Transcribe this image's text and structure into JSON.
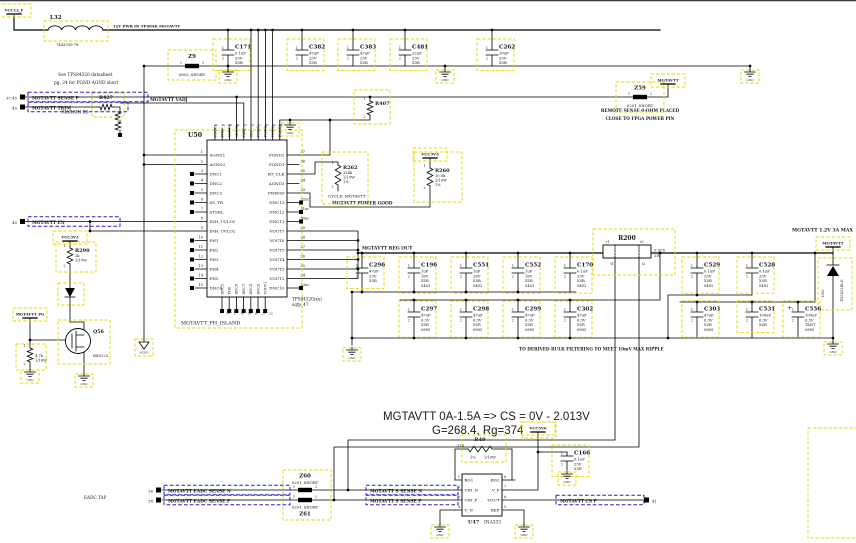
{
  "misc": {
    "pin1": "1",
    "pin2": "2",
    "plus": "+"
  },
  "notes": {
    "pwr_in": "12V PWR IN TPS84K MGTAVTT",
    "datasheet1": "See TPS84320 datasheet",
    "datasheet2": "pg. 24 for PGND-AGND short",
    "remote1": "REMOTE SENSE 0-OHM PLACED",
    "remote2": "CLOSE TO FPGA POWER PIN",
    "bulk": "TO DERIVED BULK FILTERING TO MEET 10mV MAX RIPPLE",
    "eadc_tap": "EADC TAP",
    "cs_title1": "MGTAVTT 0A-1.5A => CS = 0V - 2.013V",
    "cs_title2": "G=268.4, Rg=374",
    "margin_rs": "MARGIN RS",
    "out_rating": "MGTAVTT 1.2V 3A MAX"
  },
  "flags": {
    "vcc12": "VCC12_F",
    "vcc3v3": "VCC3V3",
    "vcc5v0": "VCC5V0",
    "mgtavtt": "MGTAVTT",
    "mgtavtt_pg": "MGTAVTT PG",
    "gnd": "GND",
    "agnd": "AGND"
  },
  "nets": {
    "sense_p": {
      "pins": "37,45",
      "label": "MGTAVTT SENSE P"
    },
    "trim": {
      "pins": "45",
      "label": "MGTAVTT TRIM"
    },
    "en": {
      "pins": "45",
      "label": "MGTAVTT EN"
    },
    "vadj": "MGTAVTT VADJ",
    "reg_out": "MGTAVTT REG OUT",
    "pgood": "MGTAVTT POWER GOOD",
    "cycle": "CYCLE_MGTAVTT",
    "eadc_n": {
      "pins": "36",
      "label": "MGTAVTT EADC SENSE N"
    },
    "eadc_p": {
      "pins": "38",
      "label": "MGTAVTT EADC SENSE P"
    },
    "s_sense_n": {
      "label": "MGTAVTT S SENSE N"
    },
    "s_sense_p": {
      "label": "MGTAVTT S SENSE P"
    },
    "cs_p": {
      "pins": "41",
      "label": "MGTAVTT CS P"
    }
  },
  "inductor": {
    "ref": "L32",
    "part": "7443330-78"
  },
  "u50": {
    "ref": "U50",
    "part": "TPS84320(xx)",
    "footprint": "sqfp_47",
    "island": "MGTAVTT_PH_ISLAND",
    "left_pins": [
      {
        "n": "1",
        "name": "AGND1"
      },
      {
        "n": "2",
        "name": "AGND2"
      },
      {
        "n": "3",
        "name": "DNC1"
      },
      {
        "n": "4",
        "name": "DNC2"
      },
      {
        "n": "5",
        "name": "DNC3"
      },
      {
        "n": "6",
        "name": "SS_TR"
      },
      {
        "n": "7",
        "name": "STSEL"
      },
      {
        "n": "8",
        "name": "INH_UVLO1"
      },
      {
        "n": "9",
        "name": "INH_UVLO2"
      },
      {
        "n": "10",
        "name": "PH1"
      },
      {
        "n": "11",
        "name": "PH2"
      },
      {
        "n": "12",
        "name": "PH3"
      },
      {
        "n": "13",
        "name": "PH4"
      },
      {
        "n": "14",
        "name": "PH5"
      },
      {
        "n": "15",
        "name": "DNC4"
      }
    ],
    "right_pins": [
      {
        "n": "37",
        "name": "PGND2"
      },
      {
        "n": "36",
        "name": "PGND1"
      },
      {
        "n": "35",
        "name": "RT_CLK"
      },
      {
        "n": "34",
        "name": "AGND3"
      },
      {
        "n": "33",
        "name": "PWRGD"
      },
      {
        "n": "32nc",
        "name": "DNC13"
      },
      {
        "n": "31nc",
        "name": "DNC12"
      },
      {
        "n": "30nc",
        "name": "DNC11"
      },
      {
        "n": "29",
        "name": "VOUT7"
      },
      {
        "n": "28",
        "name": "VOUT6"
      },
      {
        "n": "27",
        "name": "VOUT5"
      },
      {
        "n": "26",
        "name": "VOUT4"
      },
      {
        "n": "25",
        "name": "VOUT3"
      },
      {
        "n": "24",
        "name": "VOUT2"
      },
      {
        "n": "23nc",
        "name": "DNC10"
      }
    ],
    "top_pins": [
      {
        "n": "47",
        "name": "VOUT9"
      },
      {
        "n": "46",
        "name": "PH9"
      },
      {
        "n": "45",
        "name": "AGND4"
      },
      {
        "n": "44",
        "name": "SENSE"
      },
      {
        "n": "43",
        "name": "VADJ"
      },
      {
        "n": "42",
        "name": "VIN"
      },
      {
        "n": "41",
        "name": "PVIN1"
      },
      {
        "n": "40",
        "name": "PVIN2"
      },
      {
        "n": "39",
        "name": "PVIN3"
      },
      {
        "n": "38",
        "name": "PGND3"
      }
    ],
    "bottom_pins": [
      {
        "n": "16",
        "name": "DNC5"
      },
      {
        "n": "17",
        "name": "PH6"
      },
      {
        "n": "18",
        "name": "DNC6"
      },
      {
        "n": "19",
        "name": "DNC7"
      },
      {
        "n": "20",
        "name": "DNC8"
      },
      {
        "n": "21",
        "name": "DNC9"
      },
      {
        "n": "22",
        "name": "VOUT1"
      }
    ]
  },
  "u47": {
    "ref": "U47",
    "part": "INA333",
    "left_pins": [
      {
        "n": "1",
        "name": "RG1"
      },
      {
        "n": "2",
        "name": "VIN_N"
      },
      {
        "n": "3",
        "name": "VIN_P"
      },
      {
        "n": "4",
        "name": "V_N"
      }
    ],
    "right_pins": [
      {
        "n": "8",
        "name": "RG2"
      },
      {
        "n": "7",
        "name": "V_P"
      },
      {
        "n": "6",
        "name": "VOUT"
      },
      {
        "n": "5",
        "name": "REF"
      }
    ]
  },
  "resistors": {
    "r427": {
      "ref": "R427"
    },
    "r407": {
      "ref": "R407"
    },
    "r262": {
      "ref": "R262",
      "lines": [
        "334k",
        "1/10W",
        "1%"
      ]
    },
    "r260": {
      "ref": "R260",
      "lines": [
        "10.0k",
        "1/10W",
        "1%"
      ]
    },
    "r290": {
      "ref": "R290",
      "lines": [
        "2k",
        "1/10W"
      ]
    },
    "r_gate": {
      "lines": [
        "4.7k",
        "1/16W"
      ]
    },
    "r200": {
      "ref": "R200",
      "value": "0.005",
      "power": "2W",
      "pins": [
        "r1",
        "r2",
        "t1",
        "t2"
      ]
    },
    "r49": {
      "ref": "R49",
      "value": "374",
      "lines": [
        "1%",
        "1/10W"
      ]
    }
  },
  "caps": [
    {
      "ref": "C171",
      "lines": [
        "0.1uF",
        "25V",
        "X5R"
      ]
    },
    {
      "ref": "C382",
      "lines": [
        "47uF",
        "25V",
        "X5R"
      ]
    },
    {
      "ref": "C383",
      "lines": [
        "47uF",
        "25V",
        "X5R"
      ]
    },
    {
      "ref": "C481",
      "lines": [
        "22uF",
        "25V",
        "X5R"
      ]
    },
    {
      "ref": "C262",
      "lines": [
        "10uF",
        "25V",
        "X5R"
      ]
    },
    {
      "ref": "C296",
      "lines": [
        "47uF",
        "25V",
        "X5R"
      ]
    },
    {
      "ref": "C196",
      "lines": [
        "1uF",
        "16V",
        "X5R",
        "0402"
      ]
    },
    {
      "ref": "C551",
      "lines": [
        "1uF",
        "16V",
        "X5R",
        "0402"
      ]
    },
    {
      "ref": "C552",
      "lines": [
        "1uF",
        "16V",
        "X5R",
        "0402"
      ]
    },
    {
      "ref": "C170",
      "lines": [
        "0.1uF",
        "25V",
        "X5R",
        "0402"
      ]
    },
    {
      "ref": "C297",
      "lines": [
        "47uF",
        "6.3V",
        "X5R",
        "0805"
      ]
    },
    {
      "ref": "C298",
      "lines": [
        "47uF",
        "6.3V",
        "X5R",
        "0805"
      ]
    },
    {
      "ref": "C299",
      "lines": [
        "47uF",
        "6.3V",
        "X5R",
        "0805"
      ]
    },
    {
      "ref": "C302",
      "lines": [
        "47uF",
        "6.3V",
        "X5R",
        "0805"
      ]
    },
    {
      "ref": "C529",
      "lines": [
        "0.1uF",
        "25V",
        "X5R",
        "0402"
      ]
    },
    {
      "ref": "C528",
      "lines": [
        "0.1uF",
        "25V",
        "X5R",
        "0402"
      ]
    },
    {
      "ref": "C303",
      "lines": [
        "47uF",
        "6.3V",
        "X5R",
        "0805"
      ]
    },
    {
      "ref": "C531",
      "lines": [
        "100uF",
        "6.3V",
        "X5R"
      ]
    },
    {
      "ref": "C556",
      "lines": [
        "100uF",
        "6.3V",
        "TANT",
        "0805"
      ]
    },
    {
      "ref": "C166",
      "lines": [
        "0.1uF",
        "25V",
        "X5R"
      ]
    }
  ],
  "shorts": {
    "z9": {
      "ref": "Z9",
      "part": "0803_SHORT"
    },
    "z59": {
      "ref": "Z59",
      "part": "0201_SHORT"
    },
    "z60": {
      "ref": "Z60",
      "part": "0201_SHORT"
    },
    "z61": {
      "ref": "Z61",
      "part": "0201_SHORT"
    }
  },
  "mosfet": {
    "ref": "Q56",
    "part": "BSS123"
  },
  "diode": {
    "ref": "D52",
    "part": "1N5822RLG"
  }
}
